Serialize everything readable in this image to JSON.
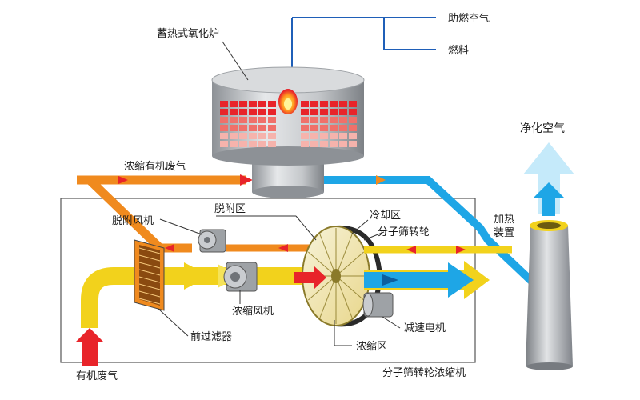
{
  "labels": {
    "furnace": "蓄热式氧化炉",
    "combustion_air": "助燃空气",
    "fuel": "燃料",
    "clean_air": "净化空气",
    "concentrated_gas": "浓缩有机废气",
    "desorption_fan": "脱附风机",
    "desorption_zone": "脱附区",
    "cooling_zone": "冷却区",
    "zeolite_wheel": "分子筛转轮",
    "heating_device_1": "加热",
    "heating_device_2": "装置",
    "concentration_fan": "浓缩风机",
    "prefilter": "前过滤器",
    "reduction_motor": "减速电机",
    "concentration_zone": "浓缩区",
    "raw_gas": "有机废气",
    "concentrator": "分子筛转轮浓缩机"
  },
  "colors": {
    "yellow_flow": "#f2d21c",
    "orange_flow": "#f08a1e",
    "blue_flow": "#1ea6e6",
    "light_blue_flow": "#7fd0f2",
    "red_flow": "#e8242a",
    "pipe_line": "#1f5fb8",
    "furnace_brick": "#e84a3a",
    "cylinder_gray": "#b9bcbf"
  },
  "icons": [
    "flame-icon",
    "fan-icon",
    "filter-icon",
    "motor-icon",
    "chimney-icon"
  ]
}
